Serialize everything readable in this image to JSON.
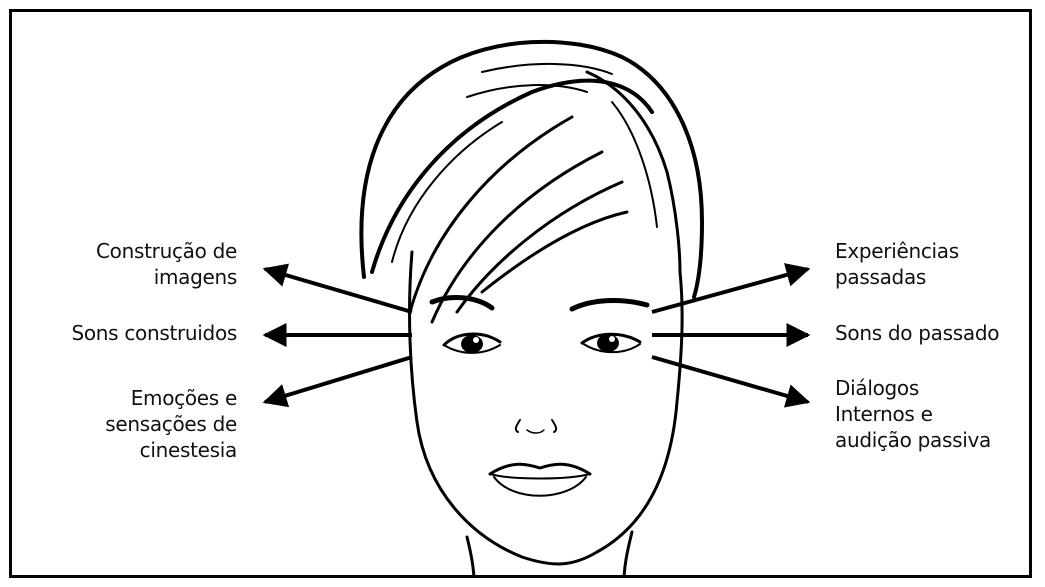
{
  "left_labels": {
    "top": "Construção de\nimagens",
    "middle": "Sons construidos",
    "bottom": "Emoções e\nsensações de\ncinestesia"
  },
  "right_labels": {
    "top": "Experiências\npassadas",
    "middle": "Sons do passado",
    "bottom": "Diálogos\nInternos e\naudição passiva"
  },
  "colors": {
    "line": "#000000",
    "background": "#ffffff"
  },
  "icons": [
    "arrow-icon",
    "face-illustration"
  ]
}
